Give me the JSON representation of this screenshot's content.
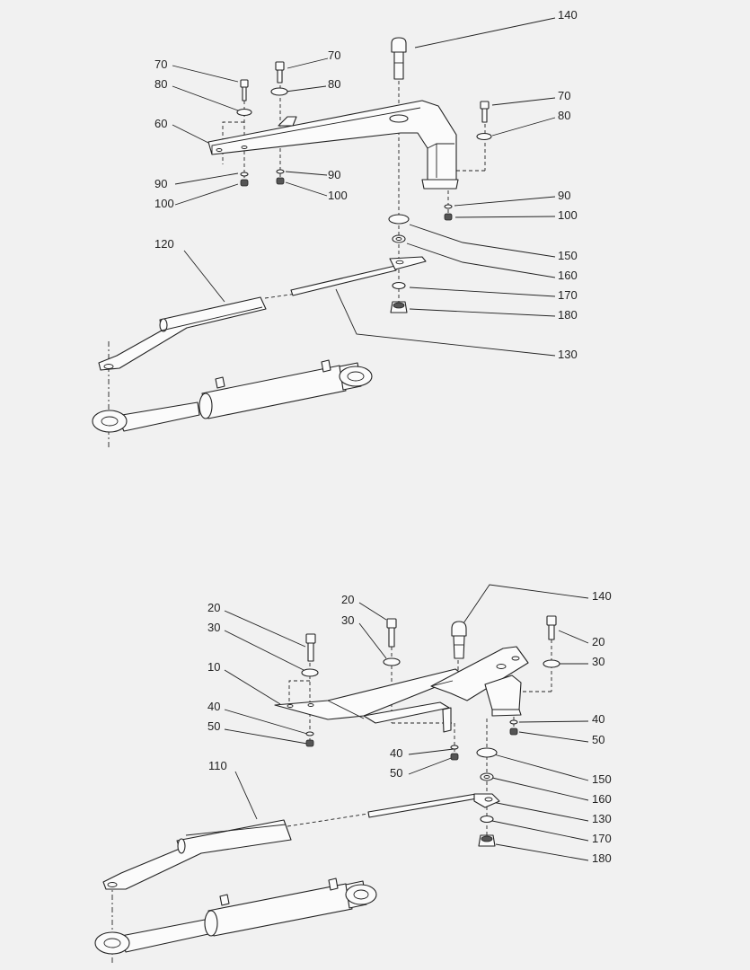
{
  "upper": {
    "callouts": [
      "140",
      "70",
      "70",
      "80",
      "80",
      "60",
      "70",
      "80",
      "90",
      "90",
      "100",
      "100",
      "90",
      "100",
      "120",
      "150",
      "160",
      "170",
      "180",
      "130"
    ]
  },
  "lower": {
    "callouts": [
      "20",
      "20",
      "30",
      "30",
      "10",
      "140",
      "20",
      "30",
      "40",
      "50",
      "40",
      "50",
      "40",
      "50",
      "110",
      "150",
      "160",
      "130",
      "170",
      "180"
    ]
  }
}
